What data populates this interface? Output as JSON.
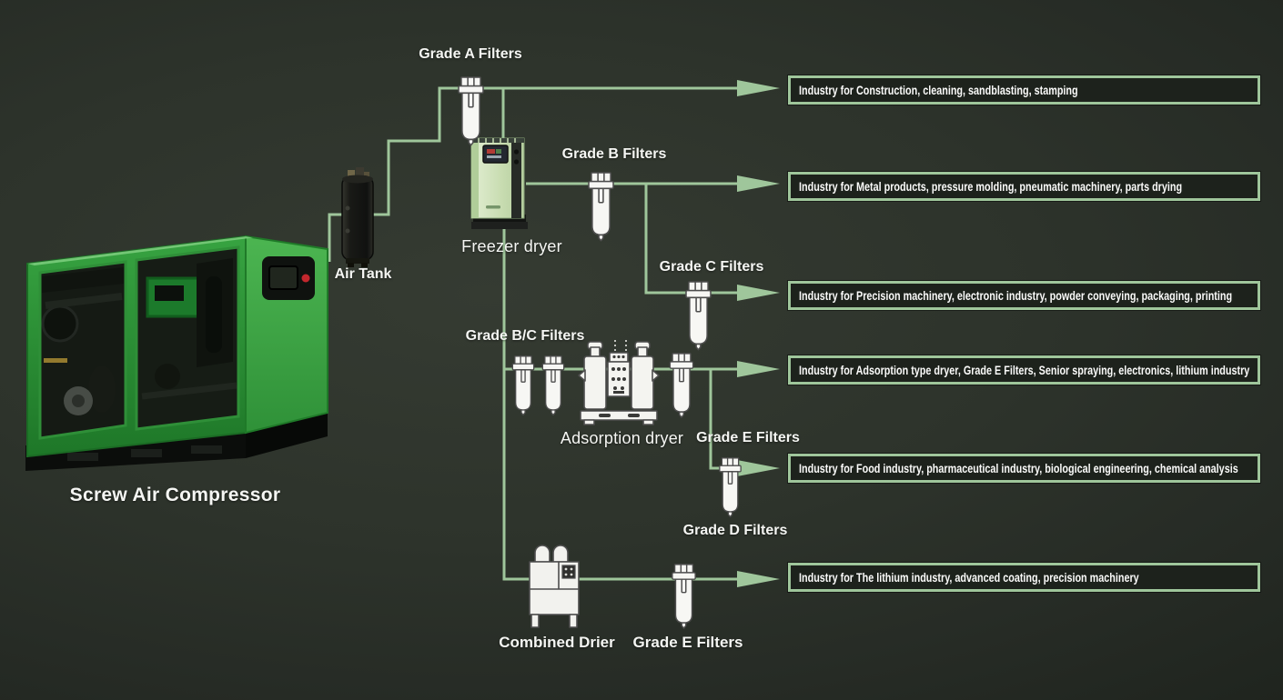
{
  "colors": {
    "background_dark": "#20251f",
    "line_green": "#9fc69b",
    "box_border_green": "#9fc69b",
    "box_fill": "#1d221c",
    "label_text": "#f5f6f3",
    "compressor_green": "#3fa546",
    "freezer_dryer_pale_green": "#cfe0ba",
    "filter_white": "#f7f7f4",
    "indicator_red": "#c2272d"
  },
  "equipment": {
    "compressor_label": "Screw Air Compressor",
    "air_tank_label": "Air Tank",
    "freezer_dryer_label": "Freezer dryer",
    "adsorption_dryer_label": "Adsorption dryer",
    "combined_drier_label": "Combined Drier"
  },
  "filters": {
    "grade_a": "Grade A Filters",
    "grade_b": "Grade B Filters",
    "grade_c": "Grade C Filters",
    "grade_bc": "Grade B/C Filters",
    "grade_e_mid": "Grade E Filters",
    "grade_d": "Grade D Filters",
    "grade_e_bottom": "Grade E Filters"
  },
  "industry_boxes": [
    {
      "text": "Industry for Construction, cleaning, sandblasting, stamping"
    },
    {
      "text": "Industry for Metal products, pressure molding, pneumatic machinery, parts drying"
    },
    {
      "text": "Industry for Precision machinery, electronic industry, powder conveying, packaging, printing"
    },
    {
      "text": "Industry for Adsorption type dryer, Grade E Filters, Senior spraying, electronics, lithium industry"
    },
    {
      "text": "Industry for Food industry, pharmaceutical industry, biological engineering, chemical analysis"
    },
    {
      "text": "Industry for The lithium industry, advanced coating, precision machinery"
    }
  ]
}
